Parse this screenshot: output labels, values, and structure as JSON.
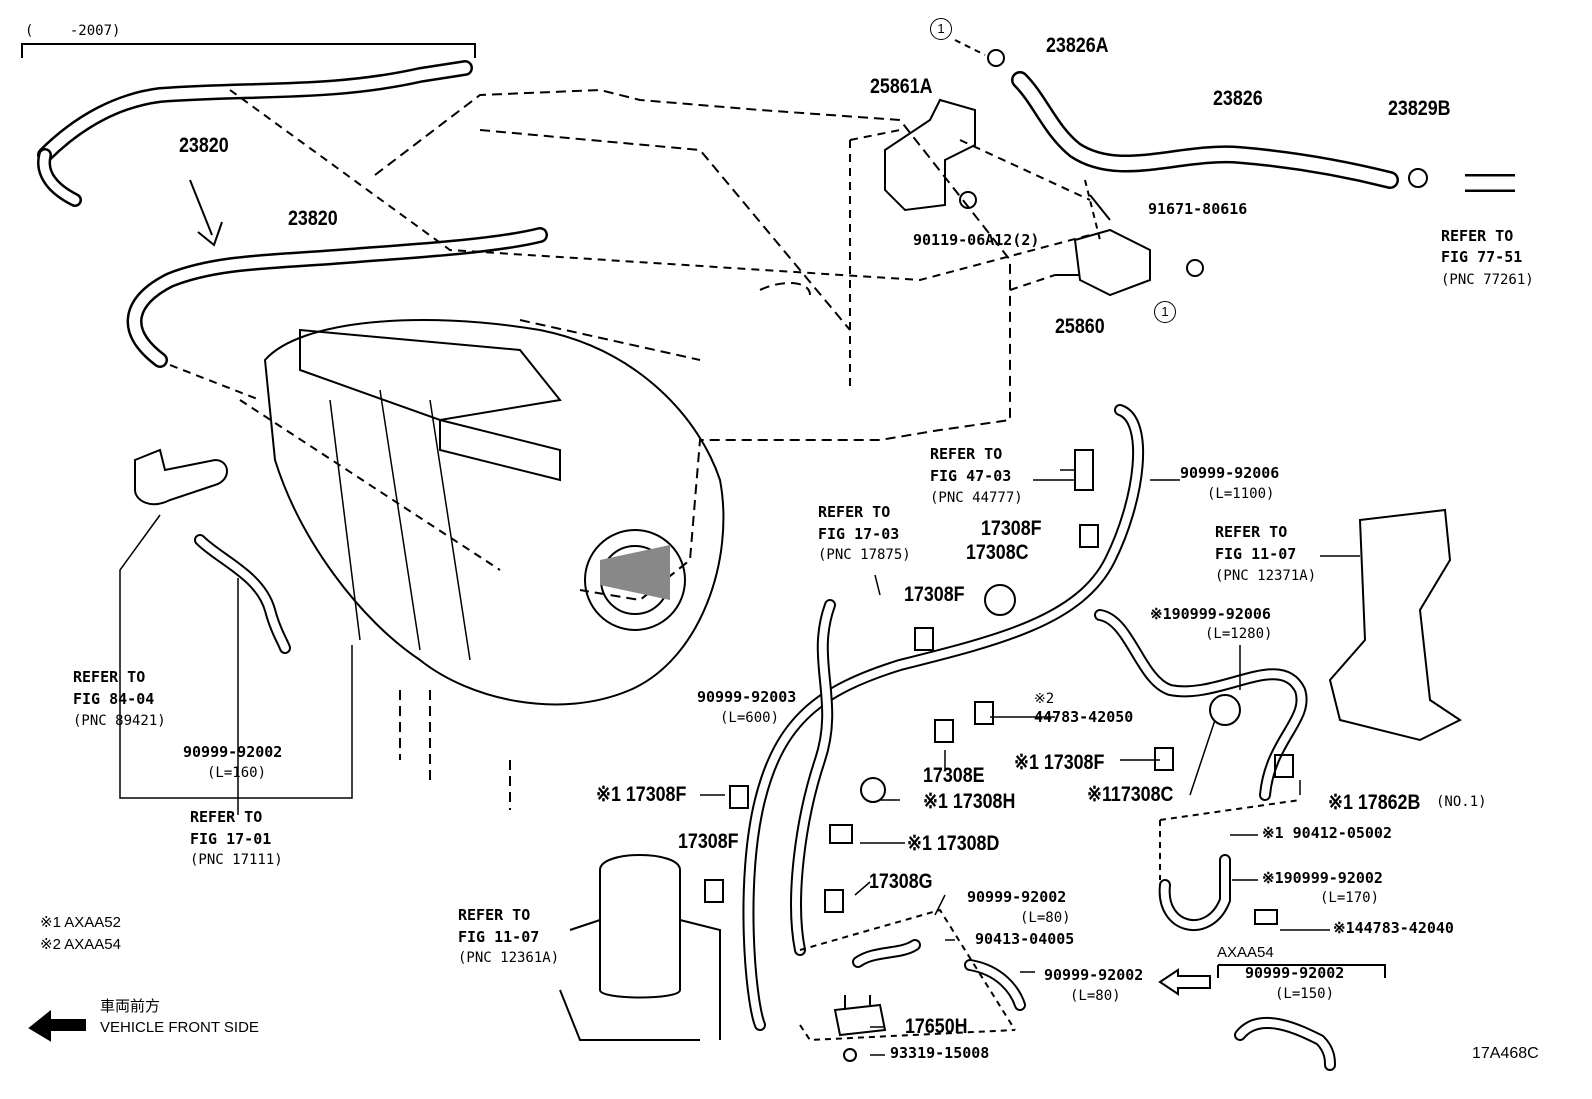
{
  "diagram": {
    "code": "17A468C",
    "callout_symbol": "1",
    "labels": [
      "(　　 -2007)",
      "23826A",
      "25861A",
      "23826",
      "23829B",
      "23820",
      "23820",
      "91671-80616",
      "90119-06A12(2)",
      "REFER TO",
      "FIG 77-51",
      "(PNC 77261)",
      "25860",
      "REFER TO",
      "FIG 47-03",
      "(PNC 44777)",
      "90999-92006",
      "(L=1100)",
      "REFER TO",
      "FIG 17-03",
      "(PNC 17875)",
      "17308F",
      "17308C",
      "REFER TO",
      "FIG 11-07",
      "(PNC 12371A)",
      "17308F",
      "※190999-92006",
      "(L=1280)",
      "REFER TO",
      "FIG 84-04",
      "(PNC 89421)",
      "90999-92003",
      "(L=600)",
      "※2",
      "44783-42050",
      "90999-92002",
      "(L=160)",
      "※1 17308F",
      "17308E",
      "※117308C",
      "※1 17862B",
      "(NO.1)",
      "※1 17308F",
      "※1 17308H",
      "REFER TO",
      "FIG 17-01",
      "(PNC 17111)",
      "17308F",
      "※1 17308D",
      "※1 90412-05002",
      "17308G",
      "※190999-92002",
      "(L=170)",
      "90999-92002",
      "(L=80)",
      "REFER TO",
      "FIG 11-07",
      "(PNC 12361A)",
      "※144783-42040",
      "90413-04005",
      "AXAA54",
      "90999-92002",
      "(L=80)",
      "90999-92002",
      "(L=150)",
      "17650H",
      "93319-15008"
    ],
    "legend": [
      "※1 AXAA52",
      "※2 AXAA54"
    ],
    "direction": {
      "japanese": "車両前方",
      "english": "VEHICLE FRONT SIDE"
    }
  }
}
